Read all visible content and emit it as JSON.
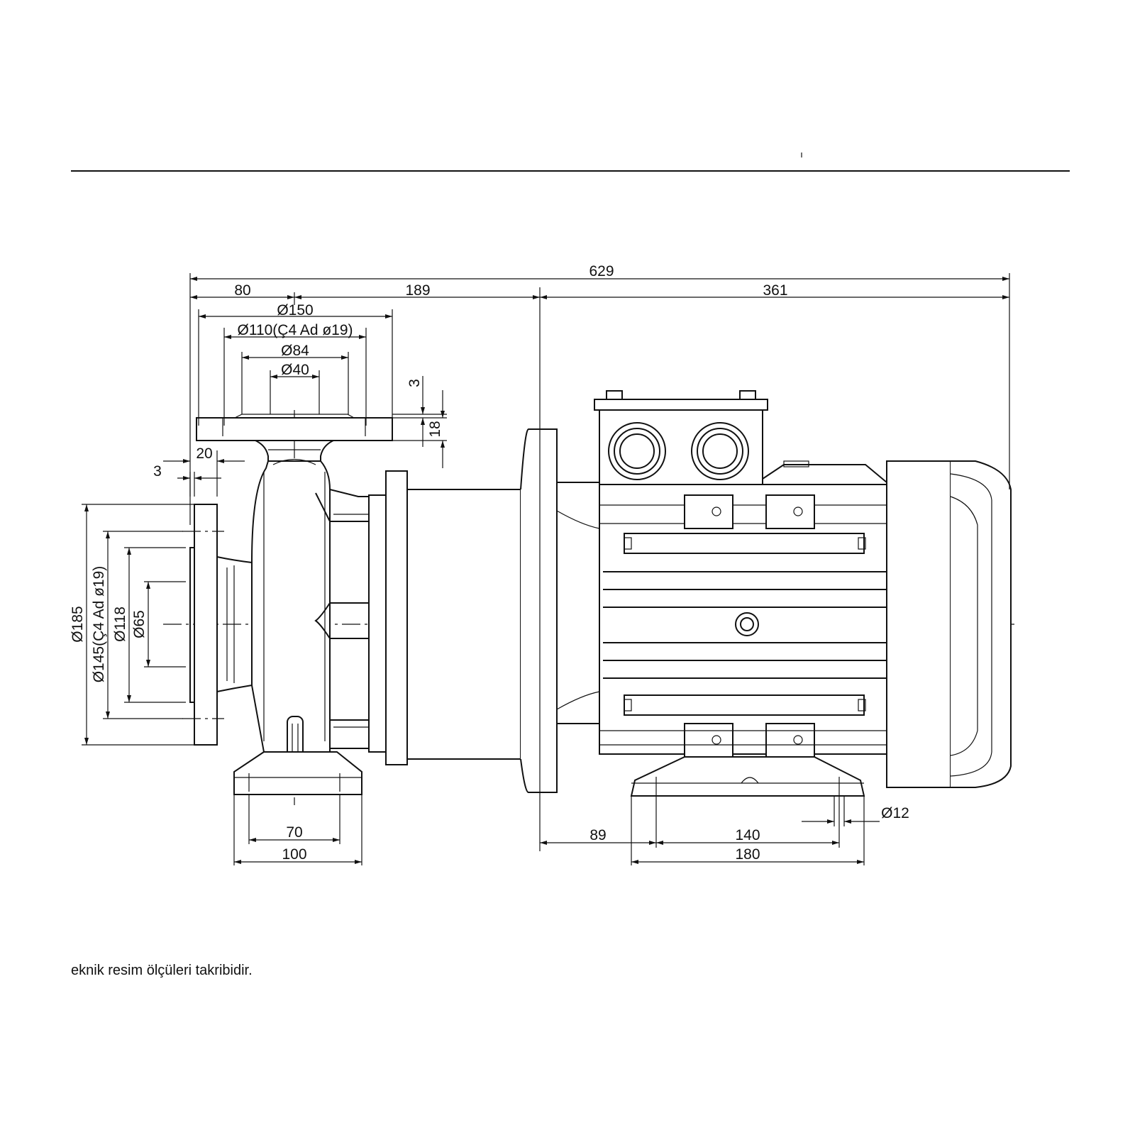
{
  "dimensions": {
    "overall_length": "629",
    "suction_offset": "80",
    "pump_length": "189",
    "motor_length": "361",
    "discharge_flange_od": "Ø150",
    "discharge_bolt_circle": "Ø110(Ç4 Ad ø19)",
    "discharge_raised_face": "Ø84",
    "discharge_bore": "Ø40",
    "flange_face_gap": "3",
    "discharge_flange_thickness": "18",
    "suction_flange_thickness": "20",
    "suction_face_gap": "3",
    "suction_flange_od": "Ø185",
    "suction_bolt_circle": "Ø145(Ç4 Ad ø19)",
    "suction_raised_face": "Ø118",
    "suction_bore": "Ø65",
    "pump_foot_bolt_spacing": "70",
    "pump_foot_width": "100",
    "motor_foot_offset": "89",
    "motor_foot_bolt_spacing": "140",
    "motor_foot_width": "180",
    "foot_hole": "Ø12"
  },
  "footnote": "eknik resim ölçüleri takribidir."
}
